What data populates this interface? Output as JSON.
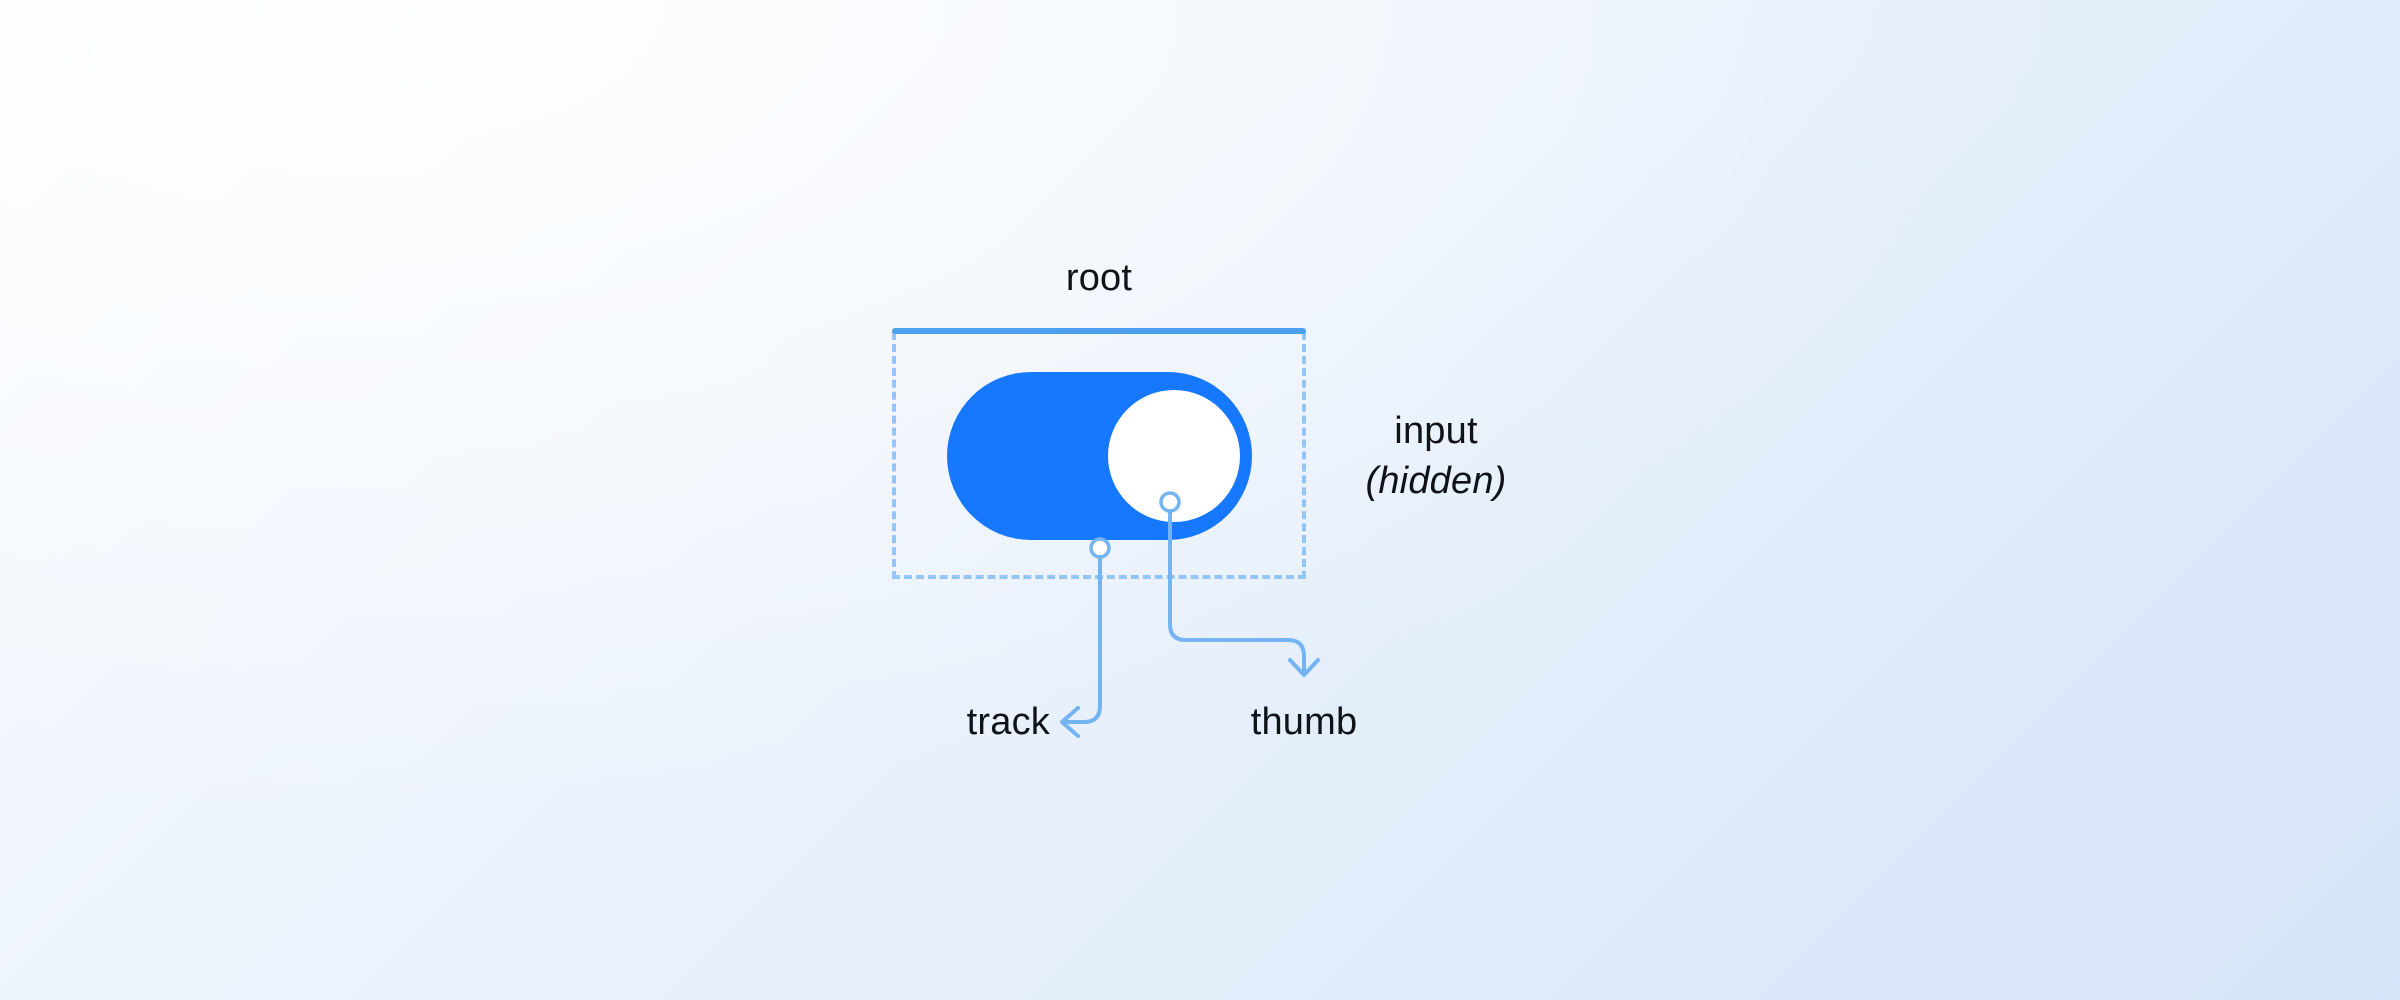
{
  "labels": {
    "root": "root",
    "input": "input",
    "input_hidden": "(hidden)",
    "track": "track",
    "thumb": "thumb"
  },
  "switch": {
    "state": "on"
  },
  "colors": {
    "switch_fill": "#1677ff",
    "switch_thumb": "#ffffff",
    "boundary_dash": "#93c5f6",
    "root_line": "#4da0ef",
    "connector": "#74b4f2",
    "label_text": "#0f1318",
    "background_start": "#f7fafe",
    "background_end": "#d5e4f8"
  }
}
